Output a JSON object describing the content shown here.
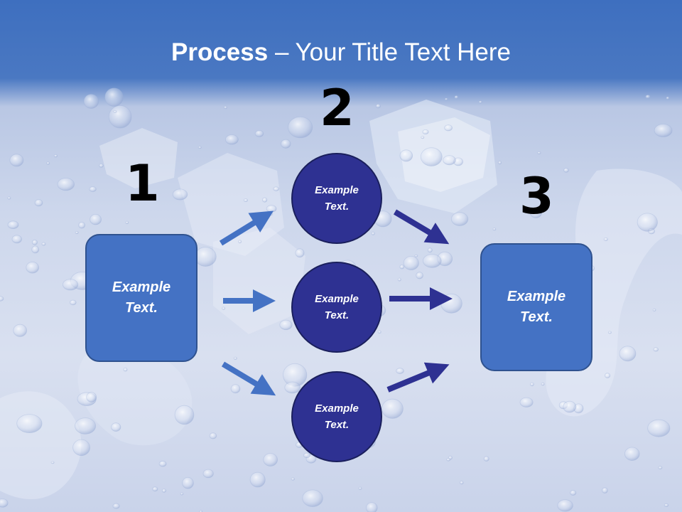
{
  "title": {
    "bold": "Process",
    "rest": " – Your Title Text Here"
  },
  "steps": [
    {
      "number": "1",
      "box_text": "Example\nText."
    },
    {
      "number": "2"
    },
    {
      "number": "3",
      "box_text": "Example\nText."
    }
  ],
  "circles": [
    {
      "text": "Example\nText."
    },
    {
      "text": "Example\nText."
    },
    {
      "text": "Example\nText."
    }
  ],
  "colors": {
    "header": "#3e6fbf",
    "box": "#4472c4",
    "circle": "#2e3192",
    "arrow_light": "#4472c4",
    "arrow_dark": "#2e3192"
  }
}
